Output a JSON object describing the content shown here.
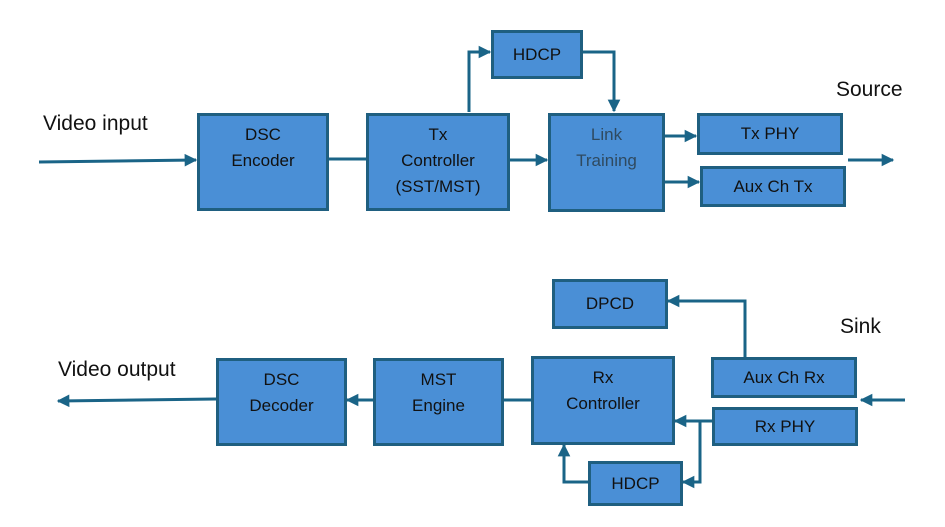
{
  "colors": {
    "block_fill": "#4a8fd6",
    "block_border": "#1f5f80",
    "connector": "#1a6487",
    "text": "#111111"
  },
  "labels": {
    "video_input": "Video input",
    "video_output": "Video output",
    "source": "Source",
    "sink": "Sink"
  },
  "source": {
    "blocks": {
      "dsc_encoder": "DSC\nEncoder",
      "tx_controller": "Tx\nController\n(SST/MST)",
      "hdcp": "HDCP",
      "link_training": "Link\nTraining",
      "tx_phy": "Tx PHY",
      "aux_ch_tx": "Aux Ch Tx"
    }
  },
  "sink": {
    "blocks": {
      "dpcd": "DPCD",
      "aux_ch_rx": "Aux Ch Rx",
      "rx_phy": "Rx PHY",
      "rx_controller": "Rx\nController",
      "hdcp": "HDCP",
      "mst_engine": "MST\nEngine",
      "dsc_decoder": "DSC\nDecoder"
    }
  },
  "connections": [
    {
      "from": "video_input",
      "to": "dsc_encoder",
      "arrow": true
    },
    {
      "from": "dsc_encoder",
      "to": "tx_controller",
      "arrow": false
    },
    {
      "from": "tx_controller",
      "to": "link_training",
      "arrow": true
    },
    {
      "from": "tx_controller",
      "to": "source_hdcp",
      "arrow": true
    },
    {
      "from": "source_hdcp",
      "to": "link_training",
      "arrow": true
    },
    {
      "from": "link_training",
      "to": "tx_phy",
      "arrow": true
    },
    {
      "from": "link_training",
      "to": "aux_ch_tx",
      "arrow": true
    },
    {
      "from": "source",
      "to": "output",
      "arrow": true
    },
    {
      "from": "sink_input",
      "to": "sink",
      "arrow": true
    },
    {
      "from": "aux_ch_rx",
      "to": "dpcd",
      "arrow": true
    },
    {
      "from": "rx_phy",
      "to": "rx_controller",
      "arrow": true
    },
    {
      "from": "rx_phy",
      "to": "sink_hdcp",
      "arrow": true
    },
    {
      "from": "sink_hdcp",
      "to": "rx_controller",
      "arrow": true
    },
    {
      "from": "rx_controller",
      "to": "mst_engine",
      "arrow": false
    },
    {
      "from": "mst_engine",
      "to": "dsc_decoder",
      "arrow": true
    },
    {
      "from": "dsc_decoder",
      "to": "video_output",
      "arrow": true
    }
  ]
}
